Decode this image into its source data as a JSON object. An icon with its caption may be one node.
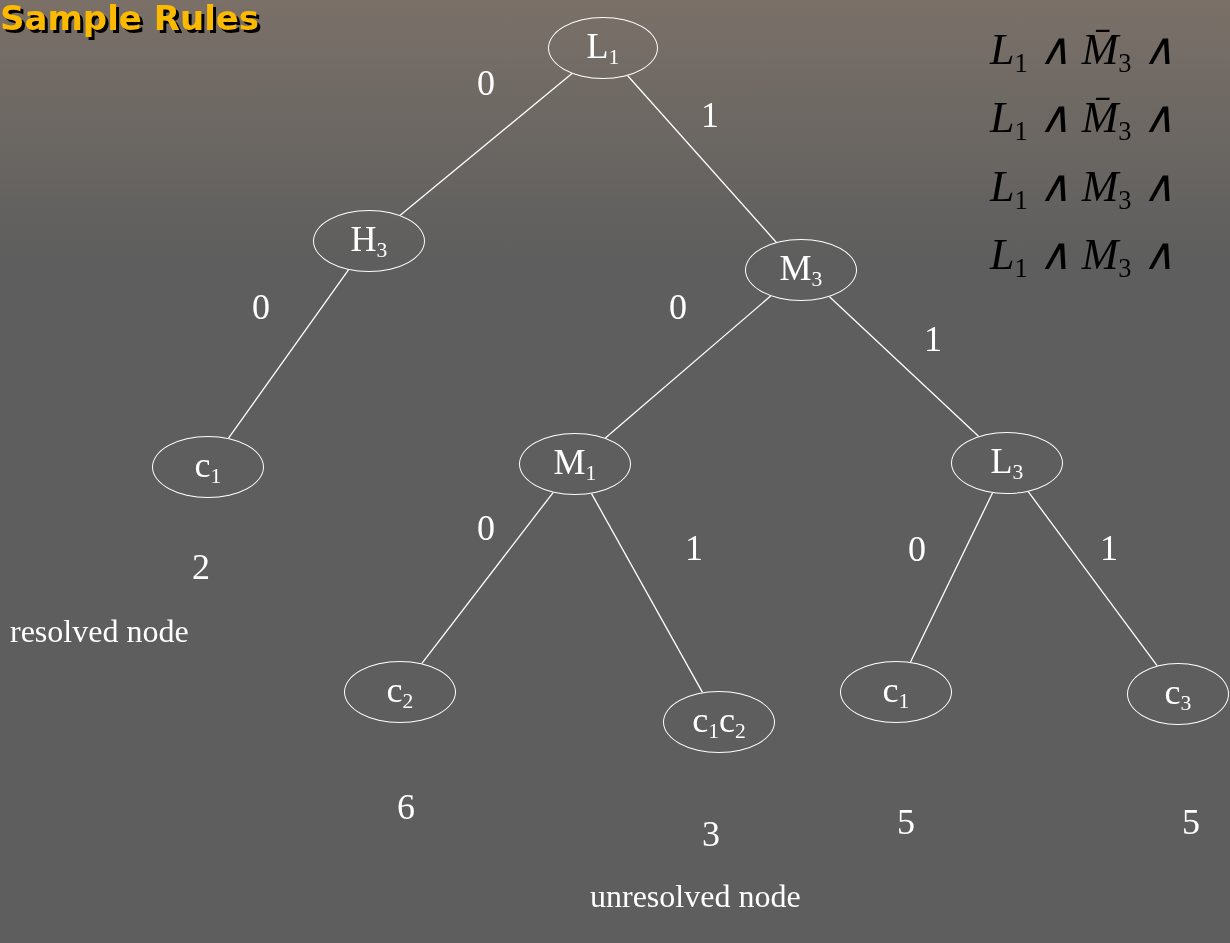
{
  "diagram": {
    "title": "Sample Rules",
    "nodes": [
      {
        "text": [
          "L$_{1}$"
        ]
      },
      {
        "text": [
          "H$_{3}$"
        ]
      },
      {
        "text": [
          "M$_{3}$"
        ]
      },
      {
        "text": [
          "c$_{1}$"
        ],
        "beside": [
          "2"
        ]
      },
      {
        "text": [
          "M$_{1}$"
        ]
      },
      {
        "text": [
          "L$_{3}$"
        ]
      },
      {
        "text": [
          "c$_{2}$"
        ],
        "beside": [
          "6"
        ]
      },
      {
        "text": [
          "c$_{1}$c$_{2}$"
        ],
        "beside": [
          "3"
        ]
      },
      {
        "text": [
          "c$_{1}$"
        ],
        "beside": [
          "5"
        ]
      },
      {
        "text": [
          "c$_{3}$"
        ],
        "beside": [
          "5"
        ]
      }
    ],
    "edges": [
      {
        "from": 0,
        "to": 1,
        "arrow": "none",
        "label": "0"
      },
      {
        "from": 0,
        "to": 2,
        "arrow": "none",
        "label": "1"
      },
      {
        "from": 1,
        "to": 3,
        "arrow": "none",
        "label": "0"
      },
      {
        "from": 2,
        "to": 4,
        "arrow": "none",
        "label": "0"
      },
      {
        "from": 2,
        "to": 5,
        "arrow": "none",
        "label": "1"
      },
      {
        "from": 4,
        "to": 6,
        "arrow": "none",
        "label": "0"
      },
      {
        "from": 4,
        "to": 7,
        "arrow": "none",
        "label": "1"
      },
      {
        "from": 5,
        "to": 8,
        "arrow": "none",
        "label": "0"
      },
      {
        "from": 5,
        "to": 9,
        "arrow": "none",
        "label": "1"
      }
    ],
    "labels": [
      "L$_{1}$ ∧ M̄$_{3}$ ∧",
      "L$_{1}$ ∧ M̄$_{3}$ ∧",
      "L$_{1}$ ∧ M$_{3}$ ∧",
      "L$_{1}$ ∧ M$_{3}$ ∧",
      "resolved node",
      "unresolved node"
    ]
  }
}
